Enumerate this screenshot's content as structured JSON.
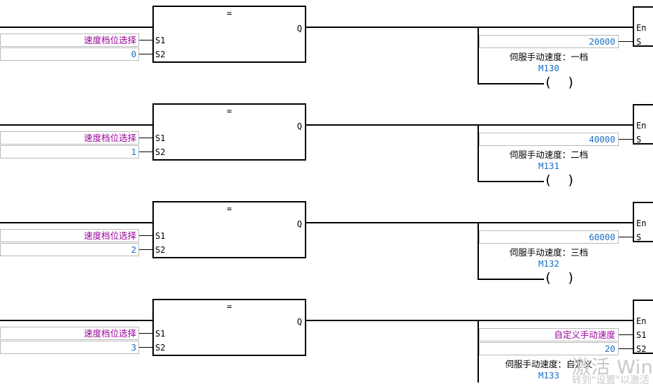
{
  "editor": {
    "type": "ladder-logic-editor",
    "compare_operator": "=",
    "compare_output_pin": "Q",
    "compare_input_pins": [
      "S1",
      "S2"
    ],
    "move_pins_enable": "En",
    "move_pins_source": "S",
    "move_pins_dual": [
      "S1",
      "S2"
    ]
  },
  "rungs": [
    {
      "left": {
        "s1_symbol": "速度档位选择",
        "s2_value": "0"
      },
      "right": {
        "kind": "en-s",
        "value": "20000",
        "comment": "伺服手动速度：一档",
        "coil_label": "M130",
        "coil_glyph": "( )"
      }
    },
    {
      "left": {
        "s1_symbol": "速度档位选择",
        "s2_value": "1"
      },
      "right": {
        "kind": "en-s",
        "value": "40000",
        "comment": "伺服手动速度：二档",
        "coil_label": "M131",
        "coil_glyph": "( )"
      }
    },
    {
      "left": {
        "s1_symbol": "速度档位选择",
        "s2_value": "2"
      },
      "right": {
        "kind": "en-s",
        "value": "60000",
        "comment": "伺服手动速度：三档",
        "coil_label": "M132",
        "coil_glyph": "( )"
      }
    },
    {
      "left": {
        "s1_symbol": "速度档位选择",
        "s2_value": "3"
      },
      "right": {
        "kind": "en-s1-s2",
        "s1_symbol": "自定义手动速度",
        "s2_value": "20",
        "comment": "伺服手动速度：自定义",
        "coil_label": "M133",
        "coil_glyph": "( )"
      }
    }
  ],
  "watermark": {
    "title": "激活 Windows",
    "subtitle": "转到\"设置\"以激活"
  },
  "colors": {
    "symbol": "#990099",
    "value": "#1a6fc4",
    "wire": "#000000",
    "box_border": "#b9b9b9",
    "watermark": "#c8c8c8"
  }
}
